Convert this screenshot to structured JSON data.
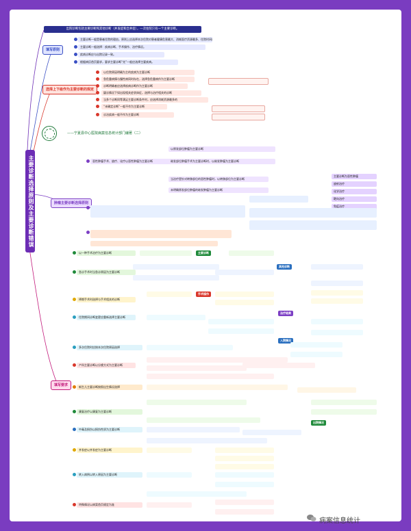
{
  "diagram": {
    "root_title": "主要诊断选择原则及主要诊断错误",
    "title_banner": "出院诊断包括主要诊断和其他诊断（并发症和合并症），一次住院只有一个主要诊断。",
    "subtitle": "——宁夏县中心医院病案信息统计部门编著（二）",
    "categories": [
      {
        "label": "填写原则",
        "color": "#3a4fc4"
      },
      {
        "label": "选择上下级作为主要诊断的规定",
        "color": "#d9372b"
      },
      {
        "label": "肿瘤主要诊断选择原则",
        "color": "#7c3fc4"
      },
      {
        "label": "填写要求",
        "color": "#c2187a"
      }
    ],
    "sections": {
      "s1": [
        "主要诊断一般是患者住院的理由，原则上应选择本次住院对患者健康危害最大、消耗医疗资源最多、住院时间最长的疾病诊断。",
        "主要诊断一般选择：疾病诊断、手术操作、治疗情况。",
        "疾病诊断应与出院记录一致。",
        "根据病历首页要求，要求主要诊断“先”一般应选择主要疾病。"
      ],
      "s2": [
        "以住院原因明确为主的疾病为主要诊断",
        "急危重病情与慢性病同时存在，选择急危重病作为主要诊断",
        "诊断明确者应选择疾病诊断作为主要诊断",
        "疑诊情况下如出现相关症状体征，选择与治疗相关的诊断",
        "当多个诊断同等满足主要诊断条件时，应选择消耗资源最多的",
        "“未确定诊断”一般不作为主要诊断",
        "诊治疾病一般不作为主要诊断"
      ],
      "s3": [
        "恶性肿瘤手术、放疗、化疗以恶性肿瘤为主要诊断",
        "以原发部位肿瘤为主要诊断",
        "继发部位肿瘤手术为主要诊断时，以继发肿瘤为主要诊断",
        "当治疗是针对转移部位的恶性肿瘤时，以转移部位为主要诊断",
        "未明确原发部位肿瘤的继发肿瘤为主要诊断"
      ],
      "s3_right": [
        "主要诊断为恶性肿瘤",
        "放射治疗",
        "化学治疗",
        "靶向治疗",
        "免疫治疗"
      ],
      "s4": [
        "以一种手术治疗为主要诊断",
        "急诊手术时当急诊原因为主要诊断",
        "择期手术时选择与手术相关的诊断",
        "住院期间诊断变更应重新选择主要诊断",
        "多次住院时应按本次住院原因选择",
        "产科主要诊断以分娩方式为主要诊断",
        "新生儿主要诊断按照出生情况选择",
        "康复治疗以康复为主要诊断",
        "中毒及损伤以损伤性质为主要诊断",
        "并发症以并发症为主要诊断",
        "转入病例以转入原因为主要诊断",
        "特殊情况以病案首页规定为准"
      ],
      "s4_right": [
        "主要诊断",
        "其他诊断",
        "手术操作",
        "治疗结果",
        "入院情况",
        "出院情况"
      ]
    },
    "watermark": "病案信息统计"
  }
}
